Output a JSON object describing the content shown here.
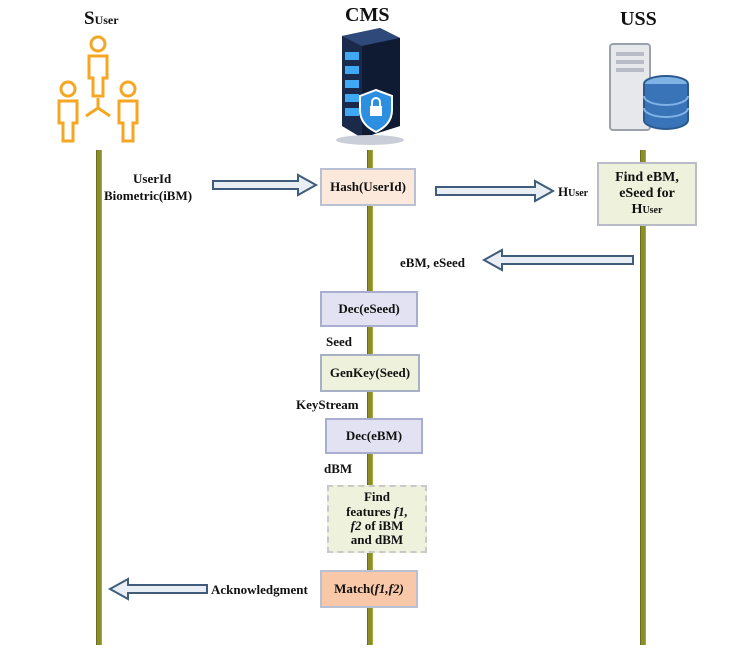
{
  "actors": {
    "user": {
      "main": "S",
      "sub": "User"
    },
    "cms": {
      "title": "CMS"
    },
    "uss": {
      "title": "USS"
    }
  },
  "colors": {
    "lifeline": "#8b8f2a",
    "arrow_fill": "#e9eef4",
    "arrow_stroke": "#3f5d7a",
    "user_icon": "#f5a623"
  },
  "messages": {
    "userid": "UserId",
    "biometric": "Biometric(iBM)",
    "h_main": "H",
    "h_sub": "User",
    "ebm_eseed": "eBM, eSeed",
    "seed": "Seed",
    "keystream": "KeyStream",
    "dbm": "dBM",
    "ack": "Acknowledgment"
  },
  "boxes": {
    "hash": "Hash(UserId)",
    "find_line1": "Find eBM,",
    "find_line2": "eSeed for",
    "find_line3_main": "H",
    "find_line3_sub": "User",
    "dec_eseed": "Dec(eSeed)",
    "genkey": "GenKey(Seed)",
    "dec_ebm": "Dec(eBM)",
    "features_l1": "Find",
    "features_l2_a": "features ",
    "features_l2_b": "f1,",
    "features_l3_a": "f2",
    "features_l3_b": " of iBM",
    "features_l4": "and dBM",
    "match_a": "Match(",
    "match_b": "f1,f2)"
  }
}
